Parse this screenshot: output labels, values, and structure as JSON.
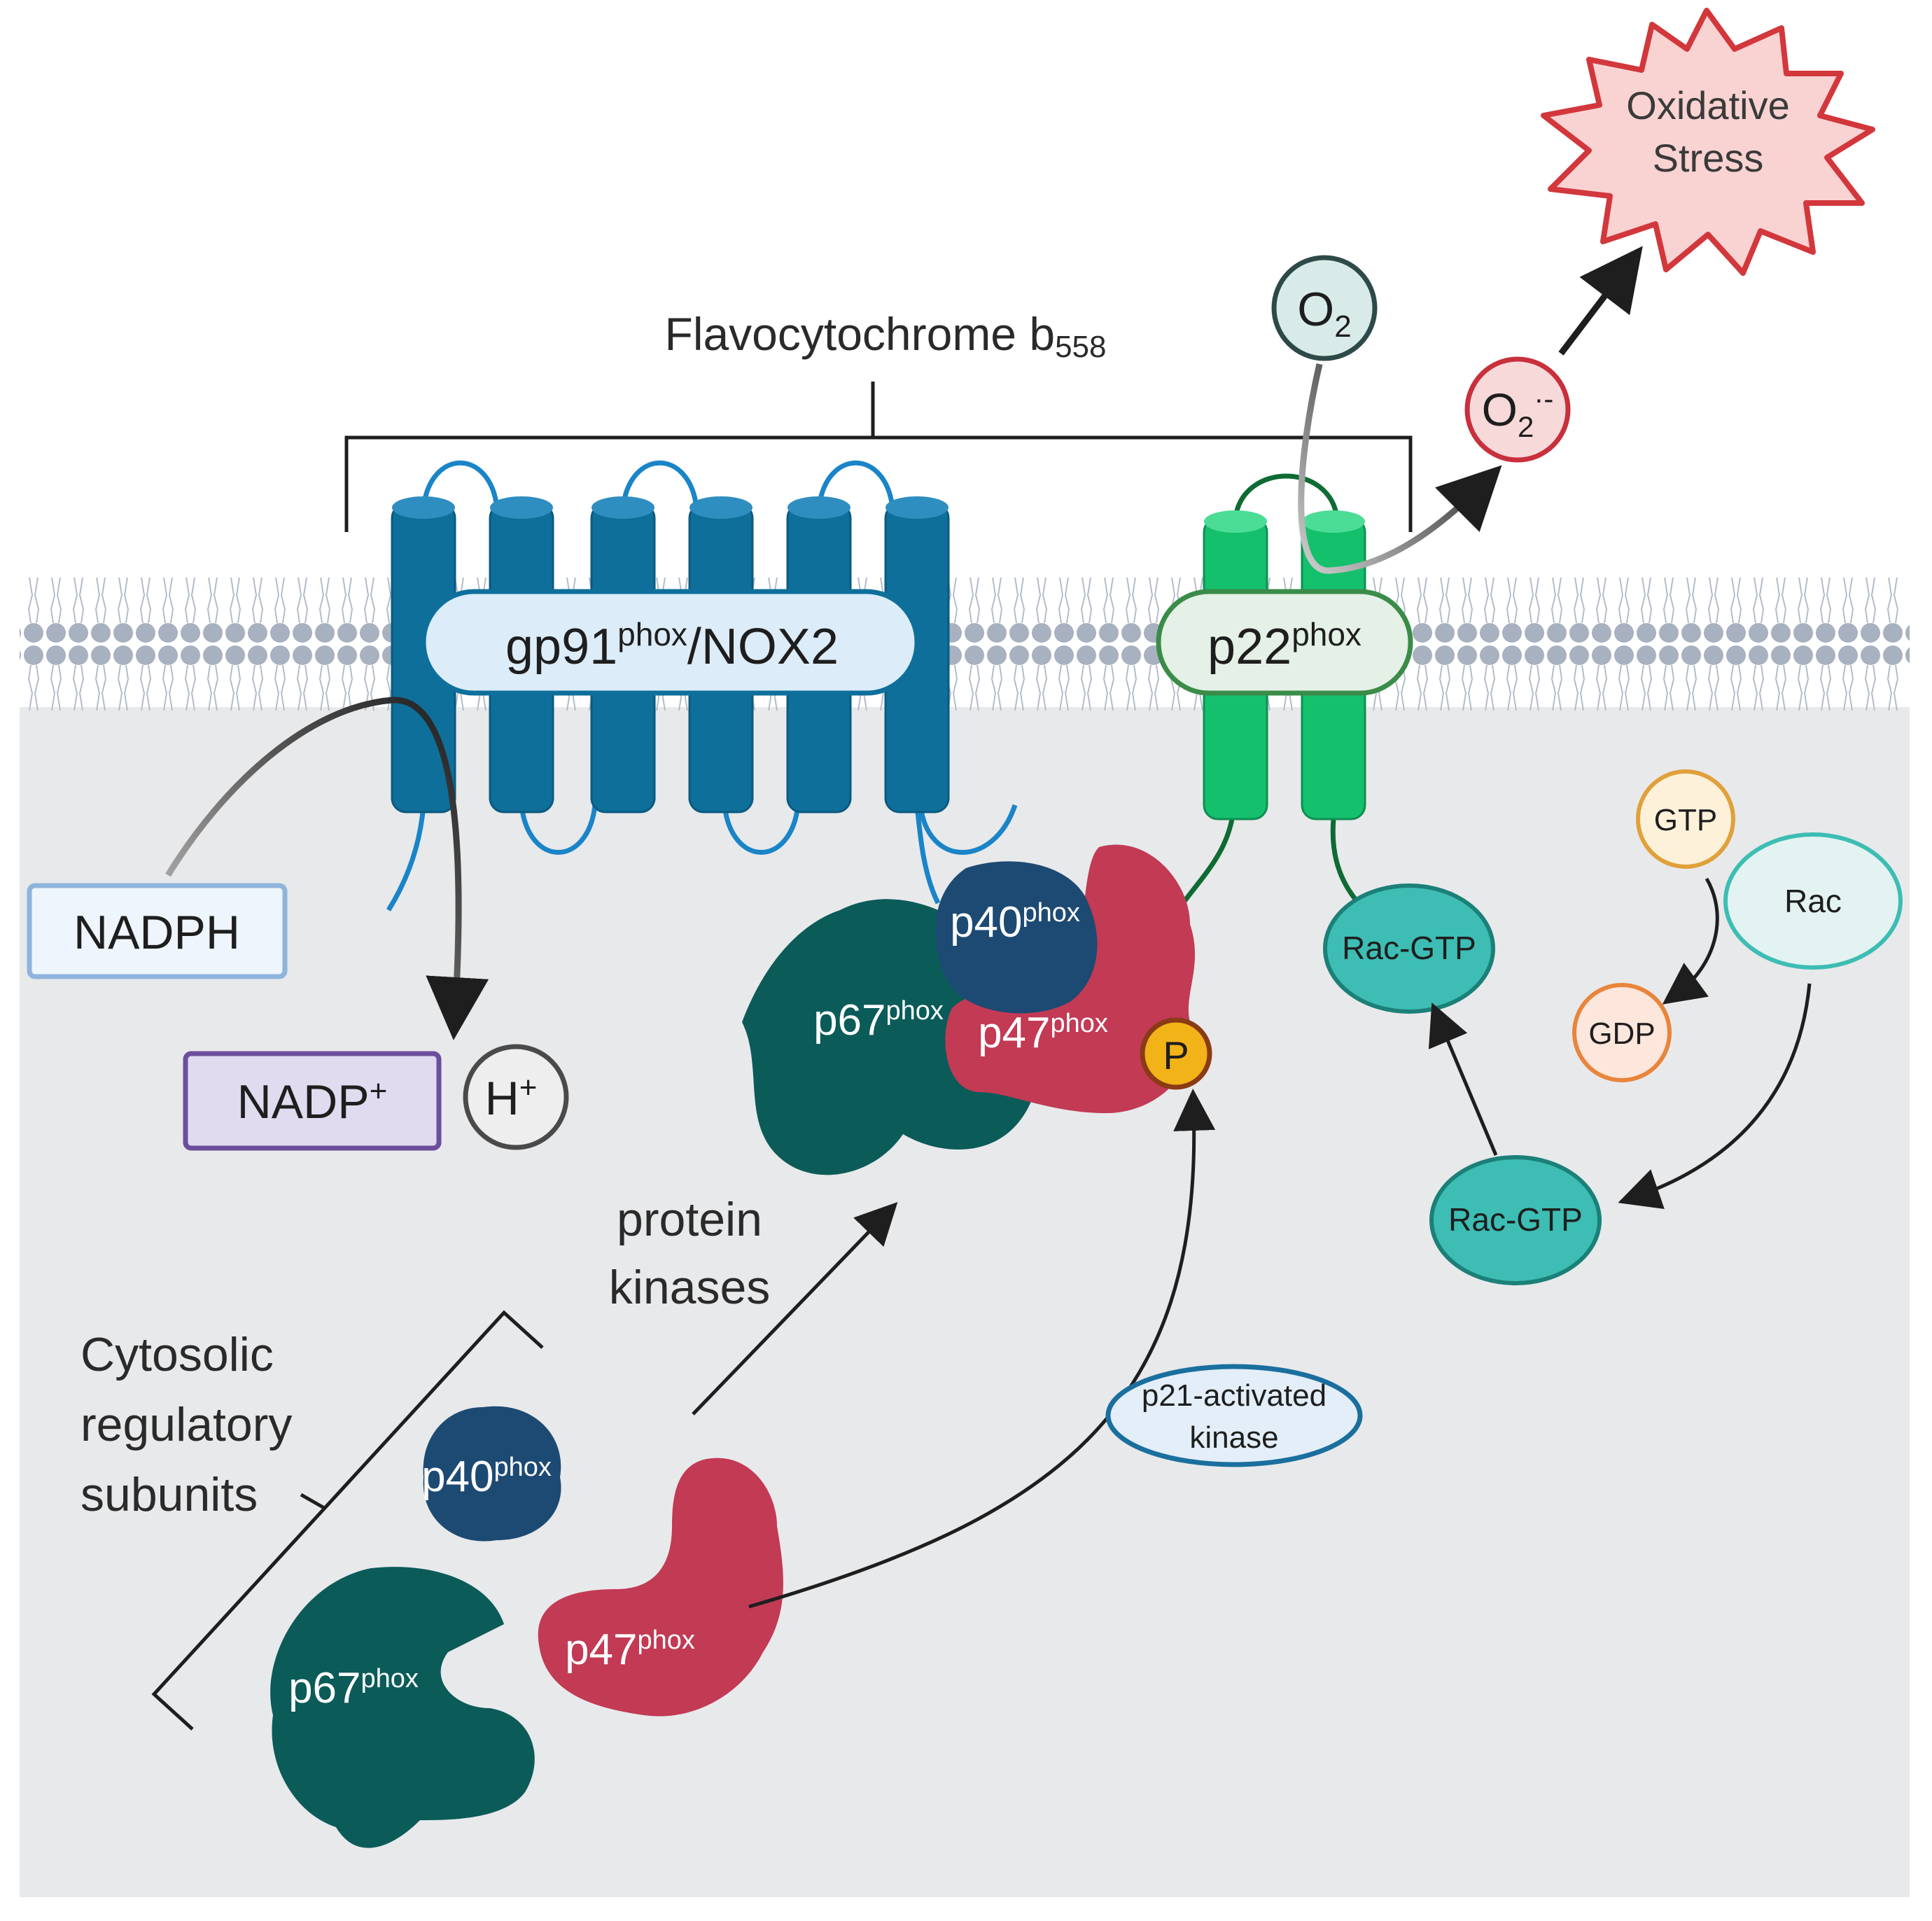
{
  "labels": {
    "oxidative_stress_line1": "Oxidative",
    "oxidative_stress_line2": "Stress",
    "flavocytochrome": "Flavocytochrome b",
    "flavocytochrome_sub": "558",
    "o2": "O",
    "o2_sub": "2",
    "superoxide": "O",
    "superoxide_sub": "2",
    "superoxide_sup": "·-",
    "gp91_main": "gp91",
    "gp91_sup": "phox",
    "gp91_suffix": "/NOX2",
    "p22_main": "p22",
    "p22_sup": "phox",
    "nadph": "NADPH",
    "nadp_main": "NADP",
    "nadp_sup": "+",
    "h_main": "H",
    "h_sup": "+",
    "complex_p40": "p40",
    "complex_p67": "p67",
    "complex_p47": "p47",
    "phox": "phox",
    "phospho": "P",
    "rac_gtp_membrane": "Rac-GTP",
    "rac_gtp_cytosol": "Rac-GTP",
    "gtp": "GTP",
    "gdp": "GDP",
    "rac": "Rac",
    "protein_kinases_line1": "protein",
    "protein_kinases_line2": "kinases",
    "cytosolic_line1": "Cytosolic",
    "cytosolic_line2": "regulatory",
    "cytosolic_line3": "subunits",
    "pak_line1": "p21-activated",
    "pak_line2": "kinase",
    "free_p40": "p40",
    "free_p67": "p67",
    "free_p47": "p47"
  },
  "colors": {
    "gp91": "#0e6f9b",
    "p22": "#15c06d",
    "p40": "#1d4a73",
    "p67": "#0b5b59",
    "p47": "#c23a54",
    "rac": "#3dbdb3",
    "cytosol": "#e8e9eb",
    "stress_fill": "#f9d2d2",
    "stress_stroke": "#d2373c"
  }
}
